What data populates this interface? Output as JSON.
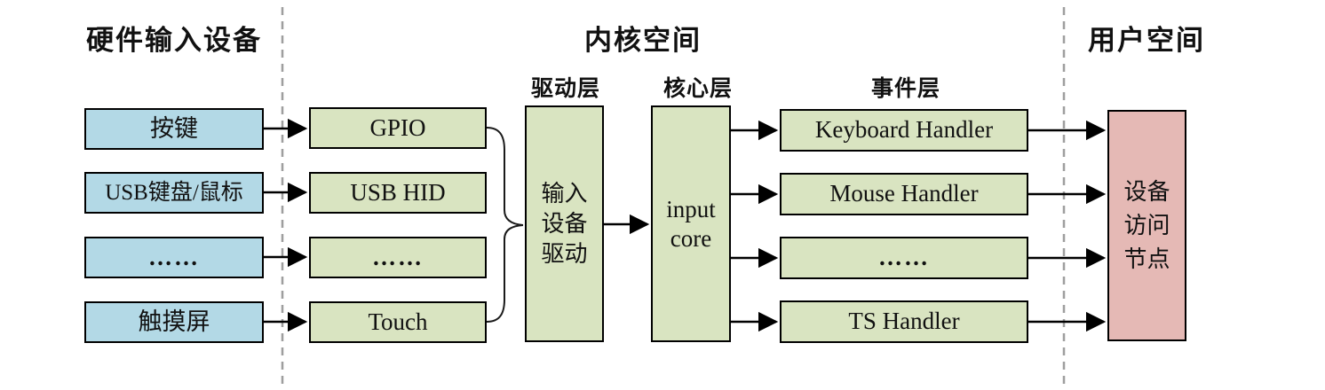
{
  "diagram": {
    "titles": {
      "hardware": "硬件输入设备",
      "kernel": "内核空间",
      "user": "用户空间"
    },
    "layers": {
      "driver": "驱动层",
      "core": "核心层",
      "event": "事件层"
    },
    "hardware_boxes": [
      "按键",
      "USB键盘/鼠标",
      "……",
      "触摸屏"
    ],
    "driver_boxes": [
      "GPIO",
      "USB HID",
      "……",
      "Touch"
    ],
    "input_device_driver": "输入\n设备\n驱动",
    "input_core": "input\ncore",
    "handler_boxes": [
      "Keyboard Handler",
      "Mouse Handler",
      "……",
      "TS Handler"
    ],
    "device_node": "设备\n访问\n节点",
    "colors": {
      "hardware_fill": "#b3d9e6",
      "kernel_fill": "#d9e4c1",
      "user_fill": "#e5b9b5",
      "box_border": "#000000",
      "boundary_dash": "#9e9e9e",
      "connector": "#000000"
    }
  }
}
